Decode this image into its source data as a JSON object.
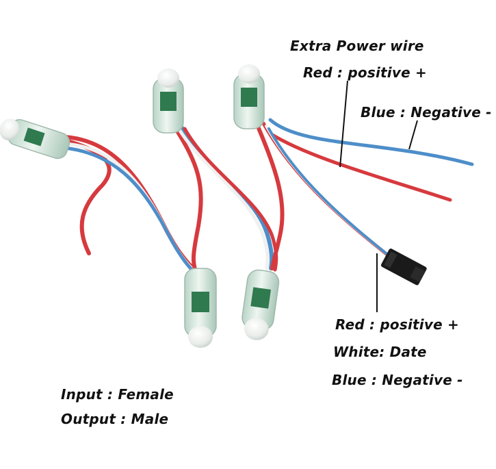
{
  "labels": {
    "extra_power_title": "Extra Power wire",
    "extra_red": "Red : positive +",
    "extra_blue": "Blue : Negative -",
    "conn_red": "Red : positive +",
    "conn_white": "White: Date",
    "conn_blue": "Blue : Negative -",
    "input": "Input : Female",
    "output": "Output : Male"
  },
  "colors": {
    "red_wire": "#d63a3e",
    "blue_wire": "#4d8ec9",
    "white_wire": "#f4f4f4",
    "housing": "#cfe3d8",
    "connector": "#1a1a1a",
    "pcb": "#2f7a4f"
  },
  "icons": [
    "led-pixel-node-icon",
    "jst-connector-icon"
  ]
}
